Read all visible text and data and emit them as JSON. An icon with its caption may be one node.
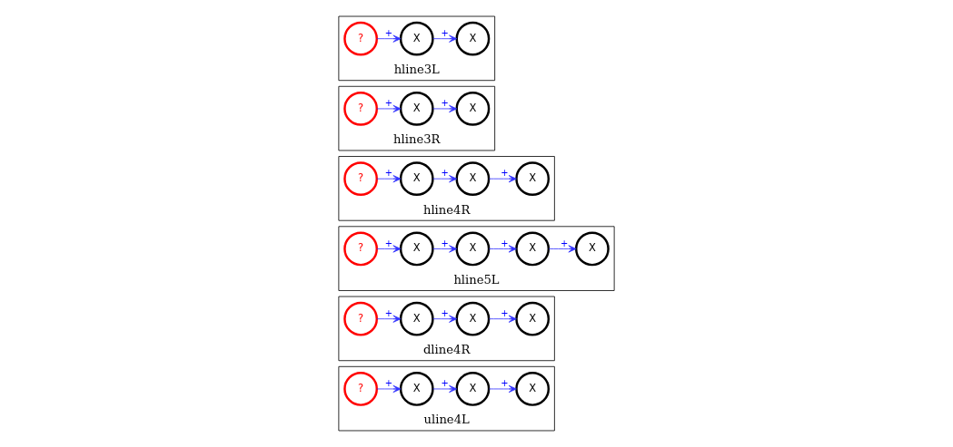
{
  "diagram": {
    "nodes": [
      {
        "text": [
          "uline4L"
        ]
      },
      {
        "text": [
          "?"
        ],
        "in": 0
      },
      {
        "text": [
          "X"
        ],
        "in": 0
      },
      {
        "text": [
          "X"
        ],
        "in": 0
      },
      {
        "text": [
          "X"
        ],
        "in": 0
      },
      {
        "text": [
          "dline4R"
        ]
      },
      {
        "text": [
          "X"
        ],
        "in": 5
      },
      {
        "text": [
          "X"
        ],
        "in": 5
      },
      {
        "text": [
          "X"
        ],
        "in": 5
      },
      {
        "text": [
          "?"
        ],
        "in": 5
      },
      {
        "text": [
          "hline5L"
        ]
      },
      {
        "text": [
          "?"
        ],
        "in": 10
      },
      {
        "text": [
          "X"
        ],
        "in": 10
      },
      {
        "text": [
          "X"
        ],
        "in": 10
      },
      {
        "text": [
          "X"
        ],
        "in": 10
      },
      {
        "text": [
          "X"
        ],
        "in": 10
      },
      {
        "text": [
          "hline4R"
        ]
      },
      {
        "text": [
          "X"
        ],
        "in": 16
      },
      {
        "text": [
          "X"
        ],
        "in": 16
      },
      {
        "text": [
          "X"
        ],
        "in": 16
      },
      {
        "text": [
          "?"
        ],
        "in": 16
      },
      {
        "text": [
          "hline3R"
        ]
      },
      {
        "text": [
          "X"
        ],
        "in": 21
      },
      {
        "text": [
          "X"
        ],
        "in": 21
      },
      {
        "text": [
          "?"
        ],
        "in": 21
      },
      {
        "text": [
          "hline3L"
        ]
      },
      {
        "text": [
          "?"
        ],
        "in": 25
      },
      {
        "text": [
          "X"
        ],
        "in": 25
      },
      {
        "text": [
          "X"
        ],
        "in": 25
      }
    ],
    "edges": [
      {
        "from": 1,
        "to": 2,
        "arrow": "to",
        "label": "+"
      },
      {
        "from": 2,
        "to": 3,
        "arrow": "to",
        "label": "+"
      },
      {
        "from": 3,
        "to": 4,
        "arrow": "to",
        "label": "+"
      },
      {
        "from": 9,
        "to": 8,
        "arrow": "to",
        "label": "+"
      },
      {
        "from": 8,
        "to": 7,
        "arrow": "to",
        "label": "+"
      },
      {
        "from": 7,
        "to": 6,
        "arrow": "to",
        "label": "+"
      },
      {
        "from": 11,
        "to": 12,
        "arrow": "to",
        "label": "+"
      },
      {
        "from": 12,
        "to": 13,
        "arrow": "to",
        "label": "+"
      },
      {
        "from": 13,
        "to": 14,
        "arrow": "to",
        "label": "+"
      },
      {
        "from": 14,
        "to": 15,
        "arrow": "to",
        "label": "+"
      },
      {
        "from": 20,
        "to": 19,
        "arrow": "to",
        "label": "+"
      },
      {
        "from": 19,
        "to": 18,
        "arrow": "to",
        "label": "+"
      },
      {
        "from": 18,
        "to": 17,
        "arrow": "to",
        "label": "+"
      },
      {
        "from": 24,
        "to": 23,
        "arrow": "to",
        "label": "+"
      },
      {
        "from": 23,
        "to": 22,
        "arrow": "to",
        "label": "+"
      },
      {
        "from": 26,
        "to": 27,
        "arrow": "to",
        "label": "+"
      },
      {
        "from": 27,
        "to": 28,
        "arrow": "to",
        "label": "+"
      }
    ]
  }
}
